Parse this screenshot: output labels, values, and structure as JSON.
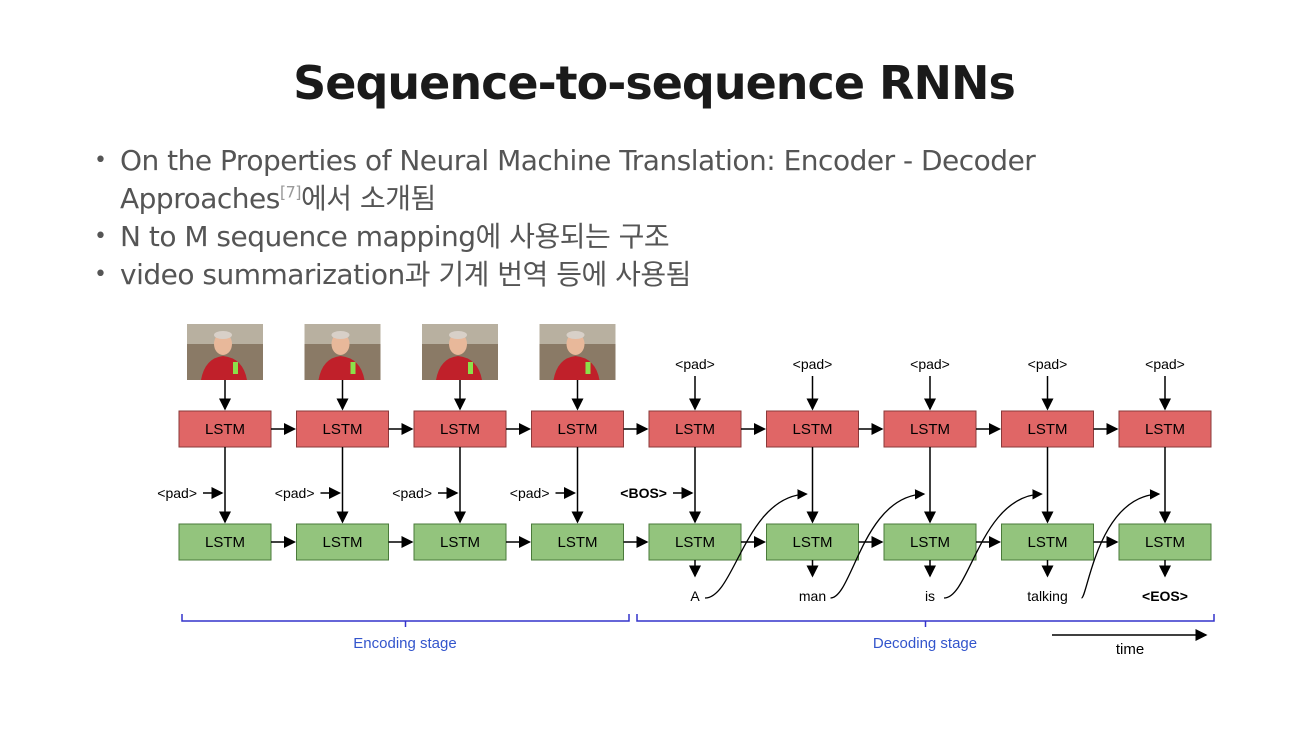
{
  "slide": {
    "title": "Sequence-to-sequence RNNs",
    "bullets": [
      {
        "line1": "On the Properties of Neural Machine Translation: Encoder - Decoder",
        "line2": "Approaches",
        "cite": "[7]",
        "line2_suffix": "에서 소개됨"
      },
      {
        "text": "N to M sequence mapping에 사용되는 구조"
      },
      {
        "text": "video summarization과 기계 번역 등에 사용됨"
      }
    ]
  },
  "diagram": {
    "encoder_frames": [
      "frame-1",
      "frame-2",
      "frame-3",
      "frame-4"
    ],
    "top_row_label": "LSTM",
    "bottom_row_label": "LSTM",
    "top_inputs_decoding": [
      "<pad>",
      "<pad>",
      "<pad>",
      "<pad>",
      "<pad>"
    ],
    "mid_inputs": [
      "<pad>",
      "<pad>",
      "<pad>",
      "<pad>",
      "<BOS>"
    ],
    "outputs": [
      "A",
      "man",
      "is",
      "talking",
      "<EOS>"
    ],
    "encoding_stage": "Encoding stage",
    "decoding_stage": "Decoding stage",
    "time_label": "time",
    "colors": {
      "top": "#e06666",
      "bottom": "#93c47d",
      "bracket": "#3333cc",
      "stage_text": "#3355cc"
    }
  }
}
